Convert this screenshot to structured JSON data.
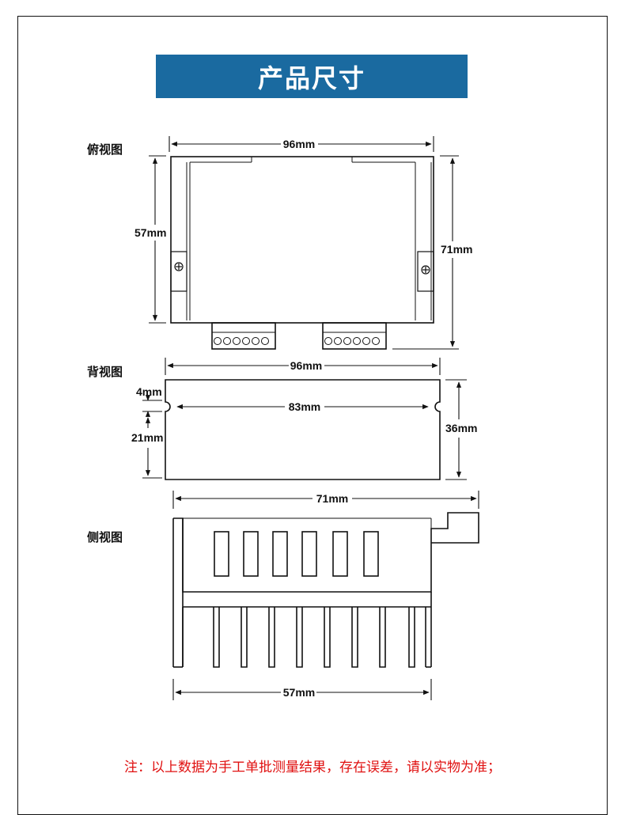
{
  "title": "产品尺寸",
  "views": {
    "top_label": "俯视图",
    "back_label": "背视图",
    "side_label": "侧视图"
  },
  "dimensions": {
    "top_width": "96mm",
    "top_inner_height": "57mm",
    "top_total_height": "71mm",
    "back_width": "96mm",
    "back_slot_spacing": "83mm",
    "back_slot_offset": "4mm",
    "back_lower_height": "21mm",
    "back_height": "36mm",
    "side_width": "71mm",
    "side_base_width": "57mm"
  },
  "note": "注：以上数据为手工单批测量结果，存在误差，请以实物为准；",
  "colors": {
    "banner": "#1a6aa0",
    "note": "#e01010"
  }
}
